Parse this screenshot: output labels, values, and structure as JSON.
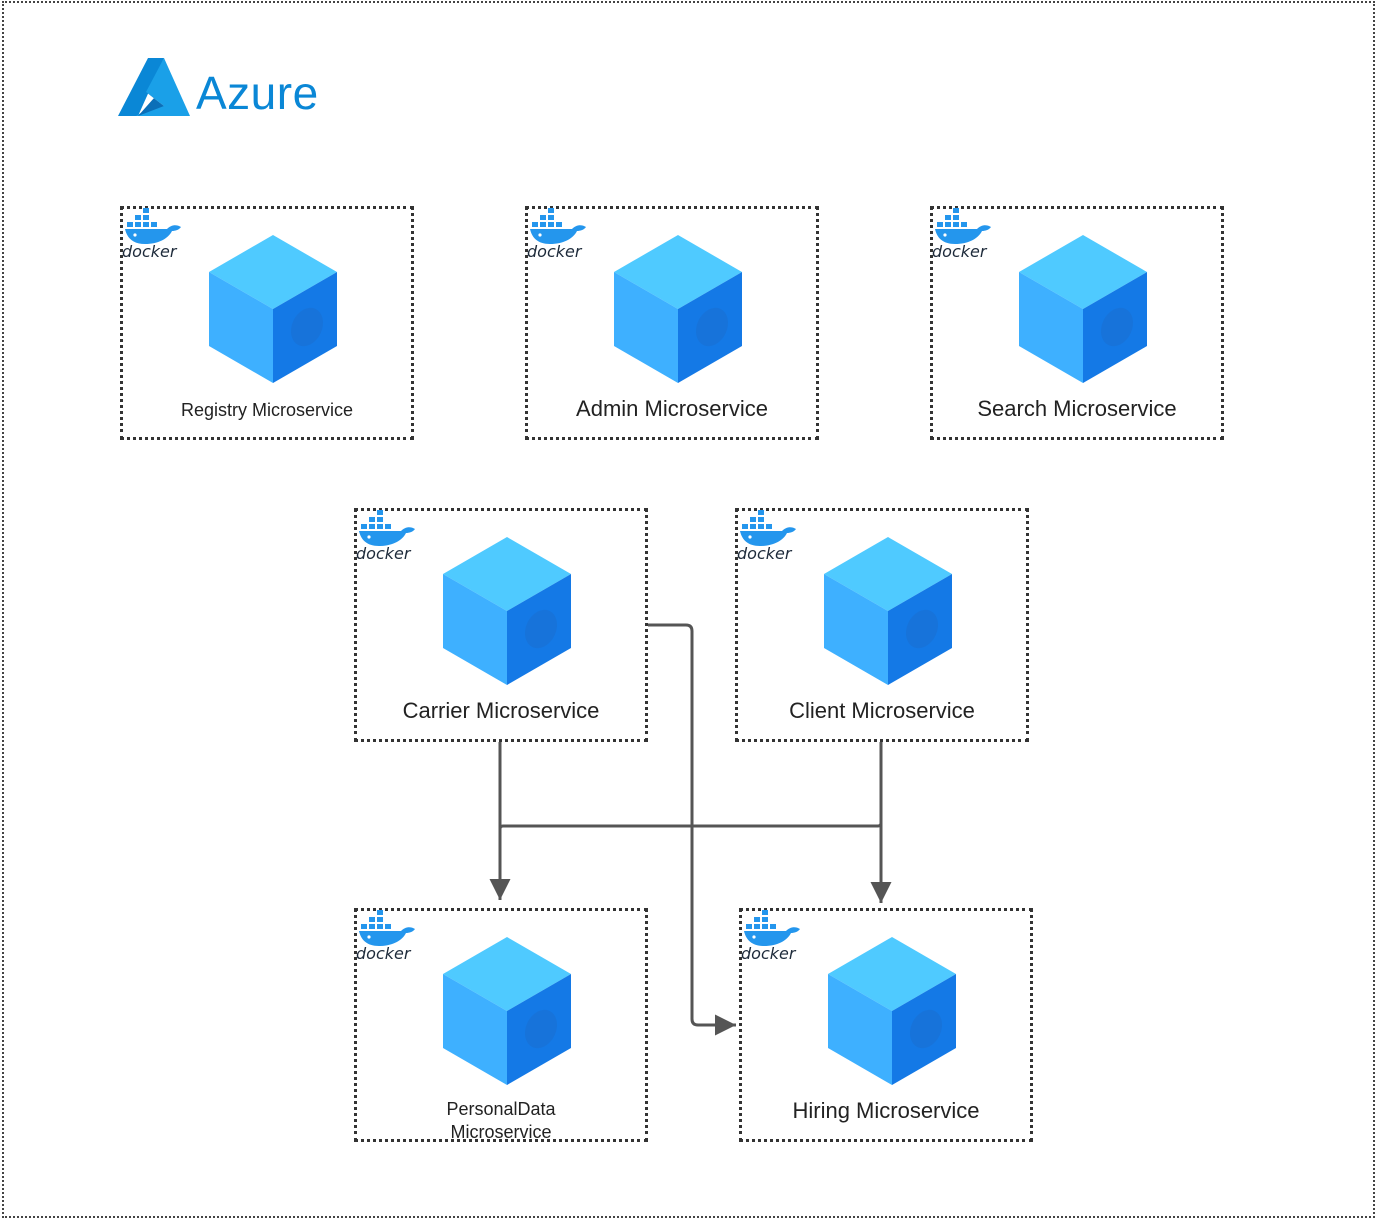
{
  "brand": {
    "name": "Azure",
    "color": "#0a87d6",
    "icon": "azure-logo-icon"
  },
  "docker_badge_text": "docker",
  "colors": {
    "cube_top": "#4fcaff",
    "cube_left": "#3eb0ff",
    "cube_right": "#1479e6",
    "connector": "#555555",
    "docker_blue": "#2496ed"
  },
  "services": [
    {
      "id": "registry",
      "label": "Registry Microservice"
    },
    {
      "id": "admin",
      "label": "Admin Microservice"
    },
    {
      "id": "search",
      "label": "Search Microservice"
    },
    {
      "id": "carrier",
      "label": "Carrier Microservice"
    },
    {
      "id": "client",
      "label": "Client Microservice"
    },
    {
      "id": "personaldata",
      "label_line1": "PersonalData",
      "label_line2": "Microservice"
    },
    {
      "id": "hiring",
      "label": "Hiring Microservice"
    }
  ],
  "connections": [
    {
      "from": "Carrier Microservice",
      "to": "PersonalData Microservice"
    },
    {
      "from": "Carrier Microservice",
      "to": "Hiring Microservice"
    },
    {
      "from": "Client Microservice",
      "to": "PersonalData Microservice"
    },
    {
      "from": "Client Microservice",
      "to": "Hiring Microservice"
    }
  ]
}
